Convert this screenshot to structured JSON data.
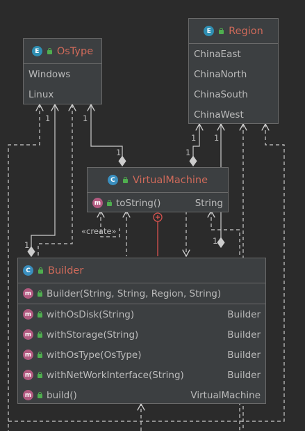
{
  "ostype": {
    "stereotype_icon": "enum-icon",
    "title": "OsType",
    "values": [
      "Windows",
      "Linux"
    ]
  },
  "region": {
    "stereotype_icon": "enum-icon",
    "title": "Region",
    "values": [
      "ChinaEast",
      "ChinaNorth",
      "ChinaSouth",
      "ChinaWest"
    ]
  },
  "virtual_machine": {
    "stereotype_icon": "class-icon",
    "title": "VirtualMachine",
    "methods": [
      {
        "name": "toString()",
        "type": "String"
      }
    ]
  },
  "builder": {
    "stereotype_icon": "class-icon",
    "title": "Builder",
    "constructor": "Builder(String, String, Region, String)",
    "methods": [
      {
        "name": "withOsDisk(String)",
        "type": "Builder"
      },
      {
        "name": "withStorage(String)",
        "type": "Builder"
      },
      {
        "name": "withOsType(OsType)",
        "type": "Builder"
      },
      {
        "name": "withNetWorkInterface(String)",
        "type": "Builder"
      },
      {
        "name": "build()",
        "type": "VirtualMachine"
      }
    ]
  },
  "edge_labels": {
    "create": "«create»",
    "multiplicity": "1"
  },
  "colors": {
    "background": "#2b2b2b",
    "box": "#3c3f41",
    "title": "#cf6a5a",
    "text": "#bbbbbb",
    "edge": "#cccccc",
    "inner_class_link": "#d9534f"
  }
}
